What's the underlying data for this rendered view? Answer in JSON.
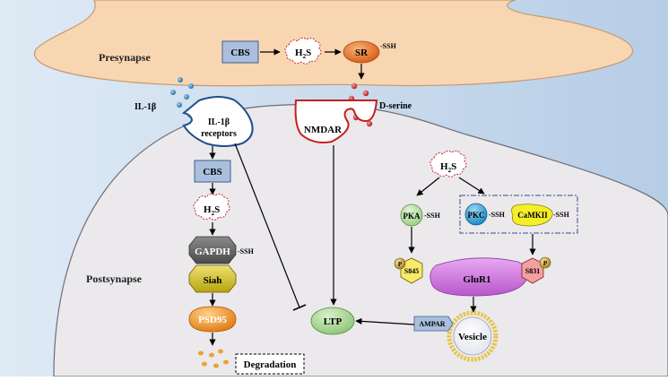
{
  "labels": {
    "presynapse": "Presynapse",
    "postsynapse": "Postsynapse",
    "cbs_pre": "CBS",
    "h2s_sub": "2",
    "h": "H",
    "s": "S",
    "sr": "SR",
    "ssh": "-SSH",
    "d_serine": "D-serine",
    "nmdar": "NMDAR",
    "il1b": "IL-1β",
    "il1b_receptors_line1": "IL-1β",
    "il1b_receptors_line2": "receptors",
    "cbs_post": "CBS",
    "gapdh": "GAPDH",
    "siah": "Siah",
    "psd95": "PSD95",
    "degradation": "Degradation",
    "ltp": "LTP",
    "pka": "PKA",
    "pkc": "PKC",
    "camkii": "CaMKII",
    "p": "P",
    "s845": "S845",
    "s831": "S831",
    "glur1": "GluR1",
    "ampar": "AMPAR",
    "vesicle": "Vesicle"
  },
  "colors": {
    "presynapse_fill": "#f7d6b4",
    "presynapse_stroke": "#c9a27e",
    "post_fill": "#eceaed",
    "bg_left": "#d8e6f3",
    "bg_right": "#b8cfe6",
    "cbs_box": "#a6bcdc",
    "sr_orange": "#e8742a",
    "red_dot": "#c0181f",
    "blue_dot": "#2a7fb8",
    "nmdar_stroke": "#c42020",
    "receptor_stroke": "#1f4f8a",
    "gapdh": "#6b6b6b",
    "siah": "#d6c42a",
    "psd95": "#ee8a1a",
    "ltp": "#a8d592",
    "pka": "#b5dca0",
    "pkc": "#1a9ad6",
    "camkii": "#f4ec2a",
    "s845": "#f8ea6a",
    "s831": "#f2a0a0",
    "glur1": "#d27de0",
    "p_circle": "#c9a12a",
    "ampar": "#a6bcdc",
    "vesicle_ring": "#e9c84a"
  }
}
